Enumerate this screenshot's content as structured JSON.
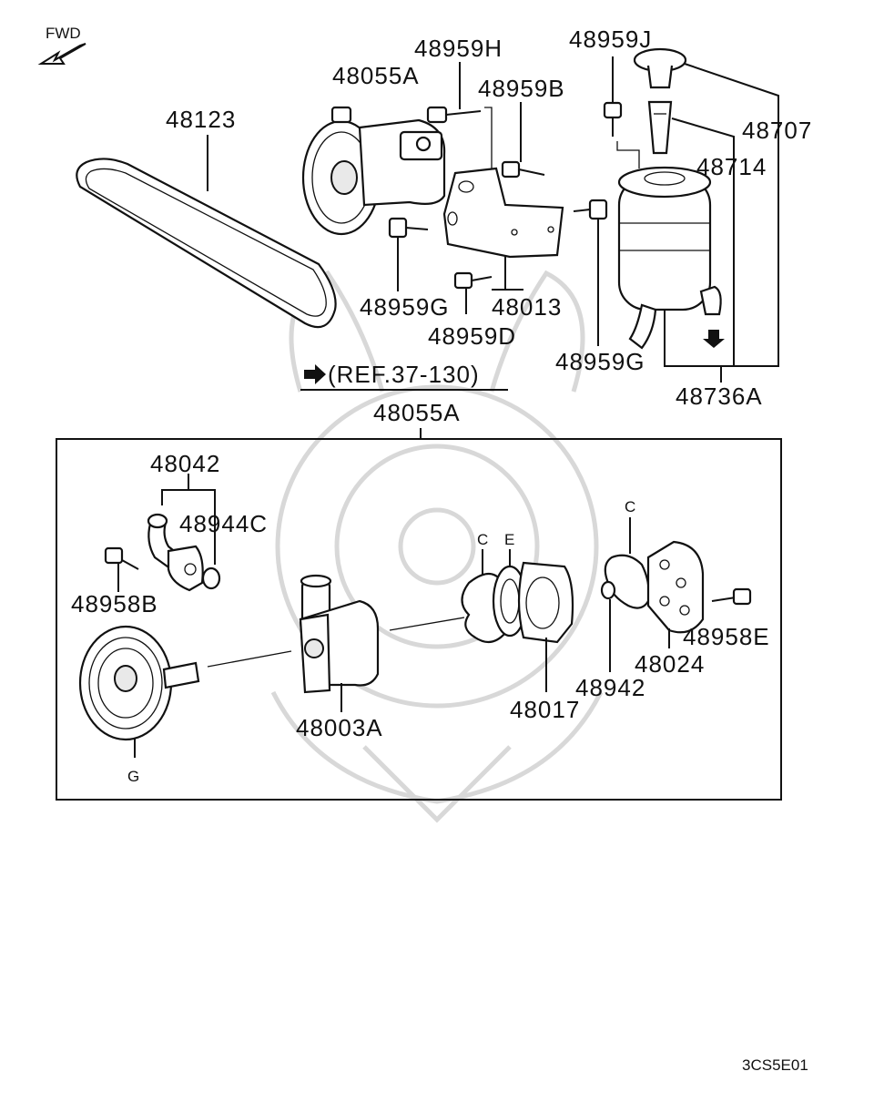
{
  "fwd_label": "FWD",
  "reference": "(REF.37-130)",
  "diagram_code": "3CS5E01",
  "top_labels": {
    "p48959H": "48959H",
    "p48055A_top": "48055A",
    "p48959B": "48959B",
    "p48123": "48123",
    "p48959J": "48959J",
    "p48707": "48707",
    "p48714": "48714",
    "p48959G_left": "48959G",
    "p48013": "48013",
    "p48959D": "48959D",
    "p48959G_right": "48959G",
    "p48736A": "48736A"
  },
  "box_title": "48055A",
  "box_labels": {
    "p48042": "48042",
    "p48944C": "48944C",
    "p48958B": "48958B",
    "p48003A": "48003A",
    "G": "G",
    "C1": "C",
    "E": "E",
    "C2": "C",
    "p48017": "48017",
    "p48942": "48942",
    "p48024": "48024",
    "p48958E": "48958E"
  }
}
